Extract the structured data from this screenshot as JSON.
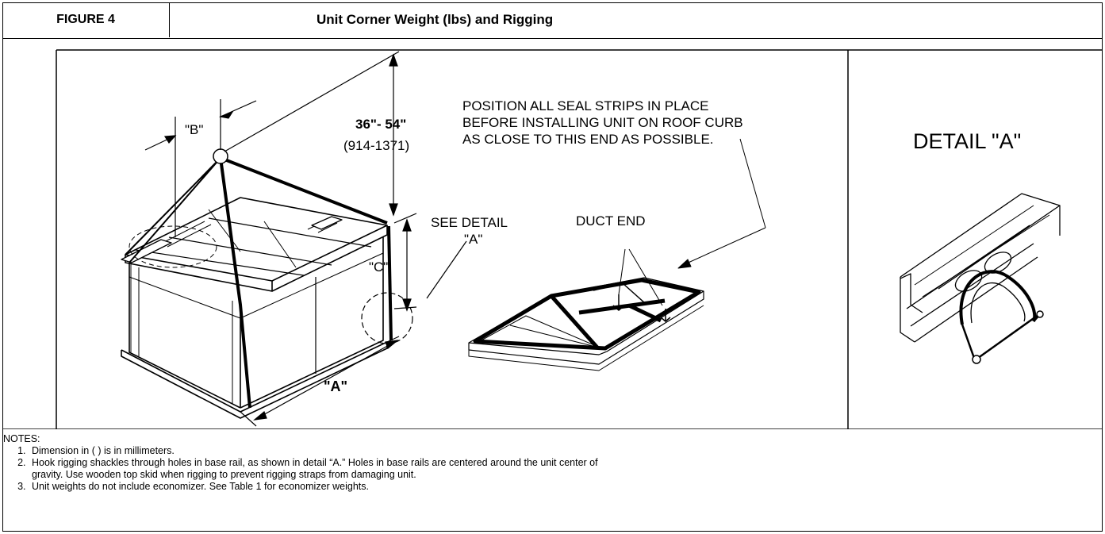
{
  "header": {
    "figure_label": "FIGURE 4",
    "title": "Unit Corner Weight (lbs) and Rigging"
  },
  "diagram": {
    "dim_b": "\"B\"",
    "dim_height": "36\"- 54\"",
    "dim_height_mm": "(914-1371)",
    "dim_c": "\"C\"",
    "dim_a": "\"A\"",
    "see_detail_line1": "SEE DETAIL",
    "see_detail_line2": "\"A\"",
    "duct_end": "DUCT END",
    "seal_note_line1": "POSITION ALL SEAL STRIPS IN PLACE",
    "seal_note_line2": "BEFORE INSTALLING UNIT ON ROOF CURB",
    "seal_note_line3": "AS CLOSE TO THIS END AS POSSIBLE.",
    "detail_title": "DETAIL \"A\""
  },
  "notes": {
    "heading": "NOTES:",
    "items": [
      "Dimension in (   ) is in millimeters.",
      "Hook rigging shackles through holes in base rail, as shown in detail “A.” Holes in base rails are centered around the unit center of gravity. Use wooden top skid when rigging to prevent rigging straps from damaging unit.",
      "Unit weights do not include economizer. See Table 1 for economizer weights."
    ]
  }
}
